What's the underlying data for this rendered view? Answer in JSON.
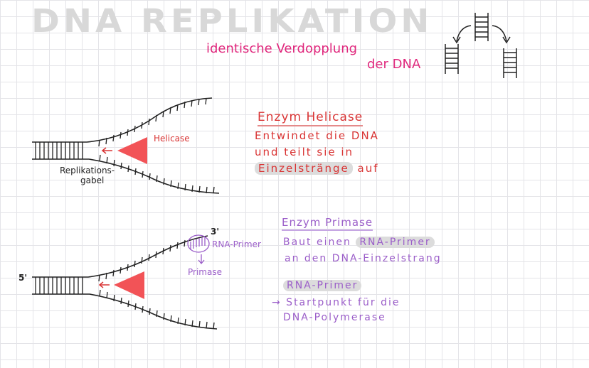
{
  "title": "DNA REPLIKATION",
  "subtitle": {
    "line1": "identische Verdopplung",
    "line2": "der DNA"
  },
  "helicase": {
    "heading": "Enzym Helicase",
    "lines": [
      "Entwindet die DNA",
      "und teilt sie in"
    ],
    "highlight": "Einzelstränge",
    "after_highlight": "auf",
    "fork_label": "Helicase",
    "fork_caption_line1": "Replikations-",
    "fork_caption_line2": "gabel"
  },
  "primase": {
    "heading": "Enzym Primase",
    "line1_prefix": "Baut einen",
    "line1_highlight": "RNA-Primer",
    "line2": "an den DNA-Einzelstrang",
    "primer_highlight": "RNA-Primer",
    "arrow_line": "→ Startpunkt für die",
    "last_line": "DNA-Polymerase",
    "diagram_primer_label": "RNA-Primer",
    "diagram_primase_label": "Primase",
    "label_3prime_top": "3'",
    "label_5prime_left": "5'"
  },
  "colors": {
    "title_gray": "#d8d8d8",
    "pink": "#e0287d",
    "red": "#d93434",
    "purple": "#9b5ec9",
    "triangle": "#f25357"
  }
}
